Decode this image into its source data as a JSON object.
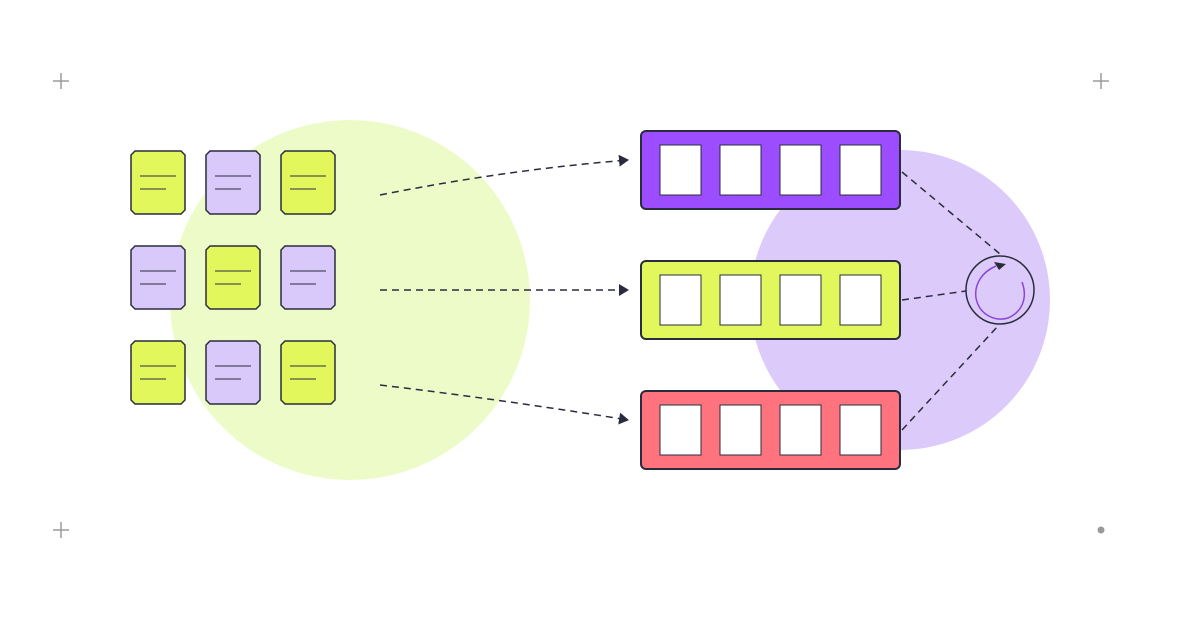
{
  "colors": {
    "background": "#ffffff",
    "lime": "#e2f75c",
    "lime_bg": "#edfbc9",
    "lavender": "#d9c9fb",
    "lavender_bg": "#dccbfa",
    "purple": "#9b4dff",
    "coral": "#ff737e",
    "outline": "#2a2c3e",
    "cycle_arrow": "#8a45d6",
    "crosshair": "#9a9a9a"
  },
  "documents": {
    "rows": [
      [
        "lime",
        "lavender",
        "lime"
      ],
      [
        "lavender",
        "lime",
        "lavender"
      ],
      [
        "lime",
        "lavender",
        "lime"
      ]
    ]
  },
  "queues": [
    {
      "id": "queue-purple",
      "color": "purple",
      "slots": 4
    },
    {
      "id": "queue-lime",
      "color": "lime",
      "slots": 4
    },
    {
      "id": "queue-coral",
      "color": "coral",
      "slots": 4
    }
  ],
  "icons": {
    "cycle": "refresh-cycle-icon",
    "corner_marks": [
      "crosshair-icon",
      "crosshair-icon",
      "crosshair-icon",
      "dot-icon"
    ]
  }
}
